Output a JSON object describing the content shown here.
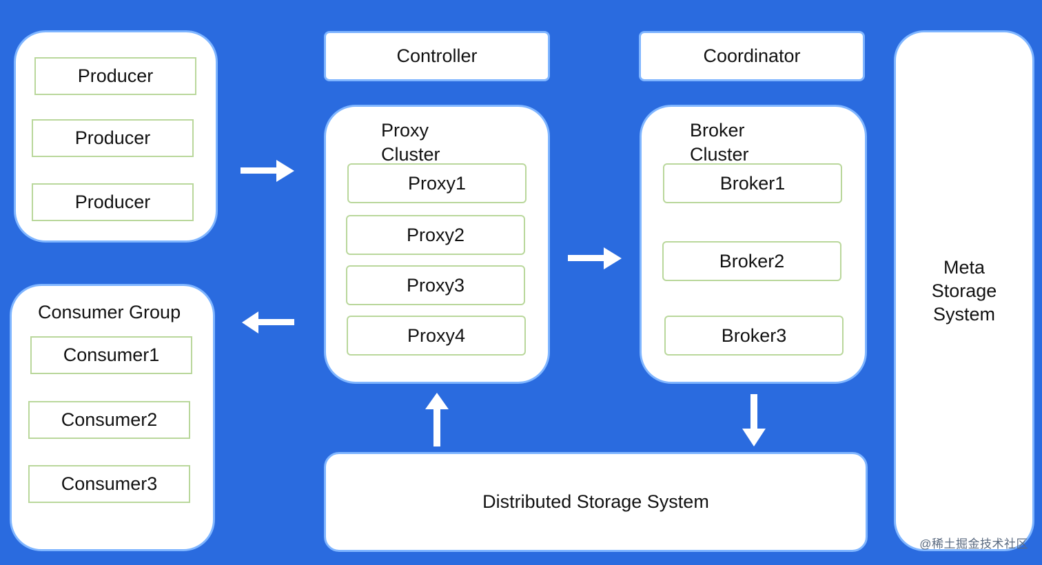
{
  "producers": {
    "items": [
      "Producer",
      "Producer",
      "Producer"
    ]
  },
  "consumer_group": {
    "title": "Consumer Group",
    "items": [
      "Consumer1",
      "Consumer2",
      "Consumer3"
    ]
  },
  "controller": {
    "label": "Controller"
  },
  "coordinator": {
    "label": "Coordinator"
  },
  "proxy_cluster": {
    "title_line1": "Proxy",
    "title_line2": "Cluster",
    "items": [
      "Proxy1",
      "Proxy2",
      "Proxy3",
      "Proxy4"
    ]
  },
  "broker_cluster": {
    "title_line1": "Broker",
    "title_line2": "Cluster",
    "items": [
      "Broker1",
      "Broker2",
      "Broker3"
    ]
  },
  "meta_storage": {
    "line1": "Meta",
    "line2": "Storage",
    "line3": "System"
  },
  "distributed_storage": {
    "label": "Distributed Storage System"
  },
  "watermark": {
    "text": "@稀土掘金技术社区"
  },
  "colors": {
    "background": "#2a6bdf",
    "panel_border": "#7fb5ff",
    "item_border": "#b9d79b",
    "arrow": "#ffffff"
  }
}
